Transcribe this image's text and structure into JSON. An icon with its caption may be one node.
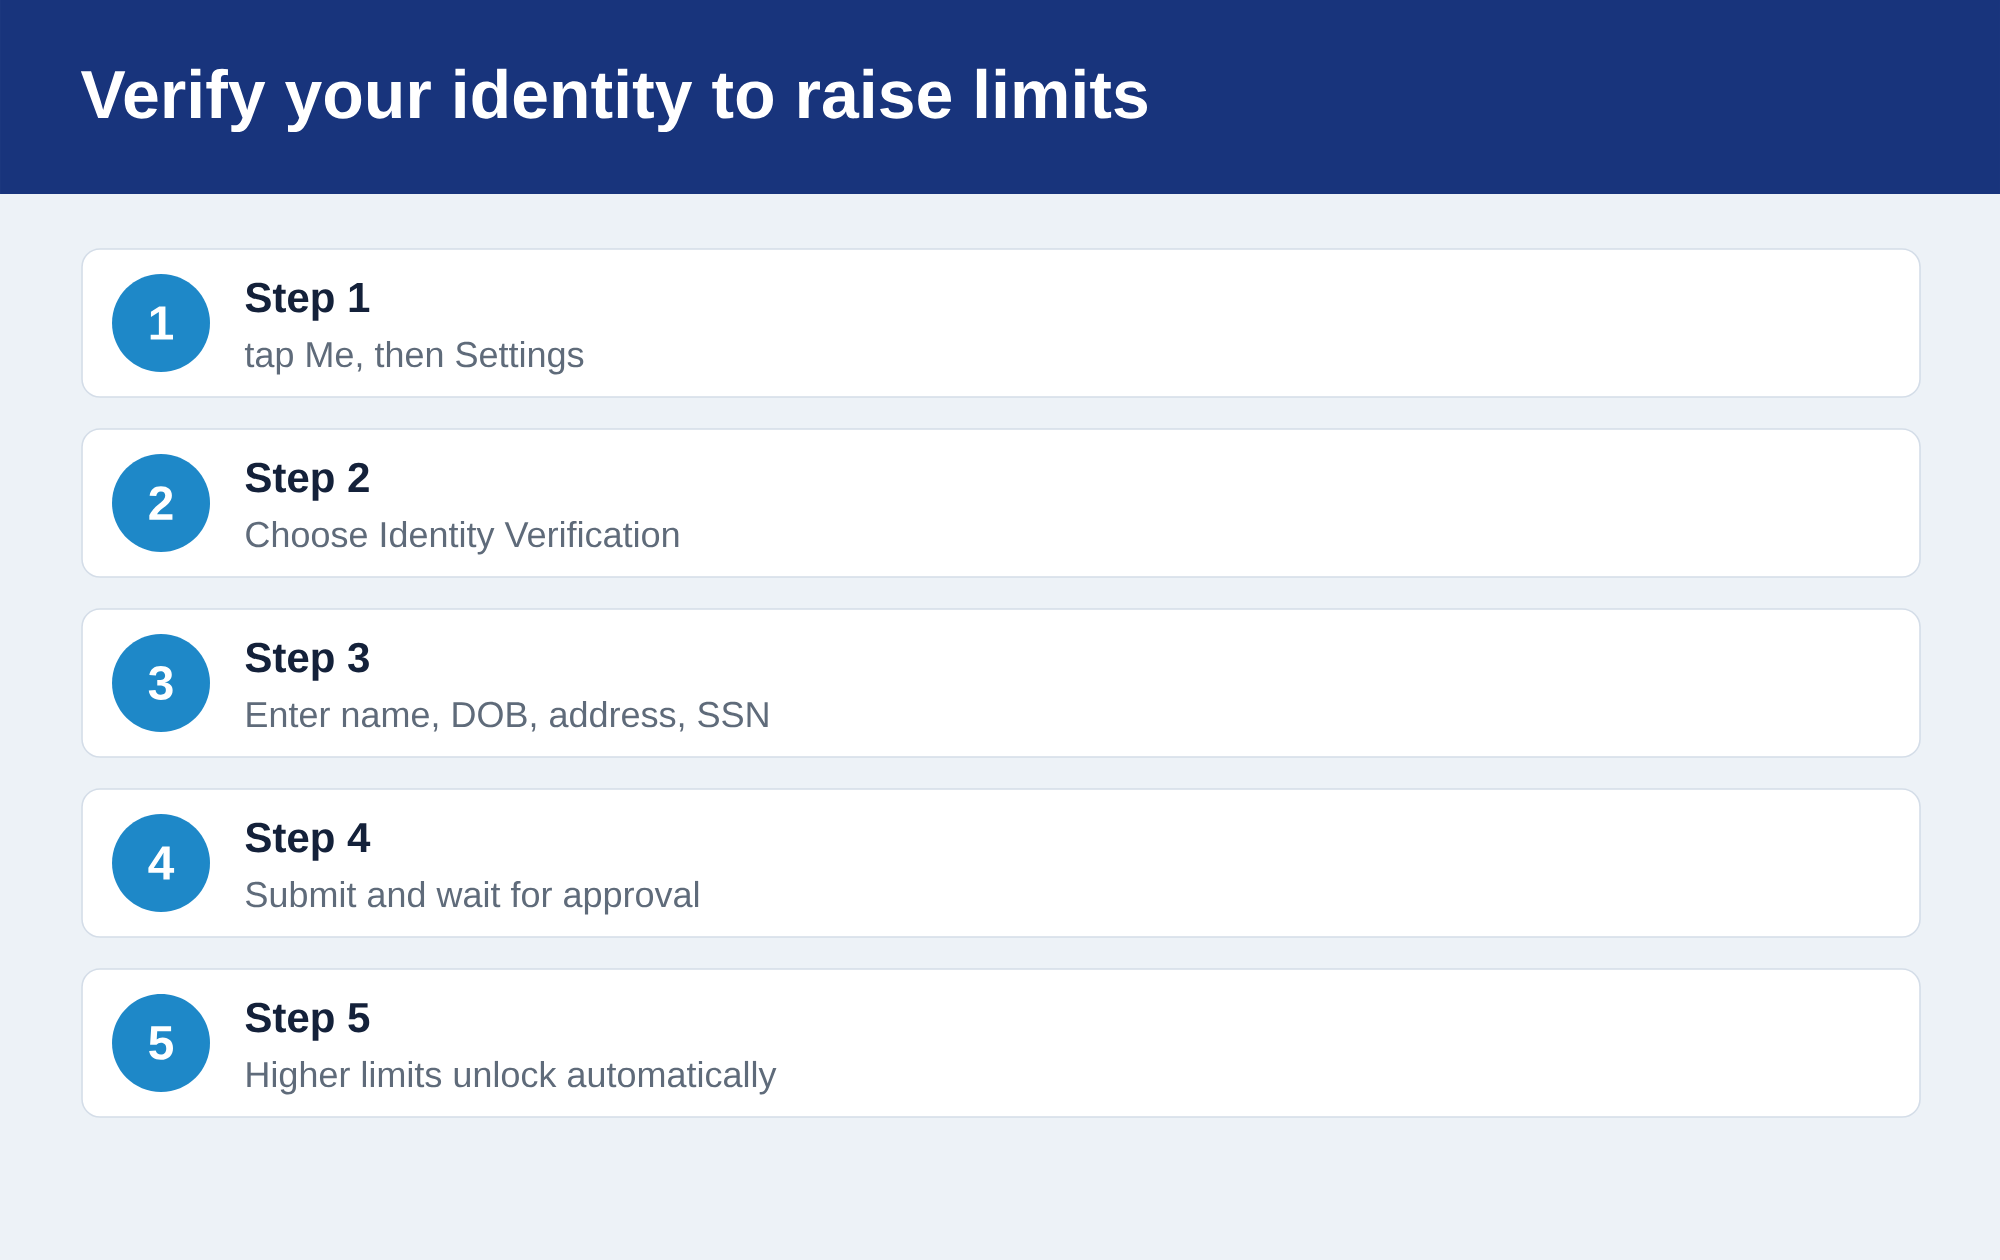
{
  "diagram": {
    "title": "Verify your identity to raise limits",
    "nodes": [
      {
        "text": [
          "Step 1",
          "tap Me, then Settings"
        ]
      },
      {
        "text": [
          "1"
        ],
        "in": 0
      },
      {
        "text": [
          "Step 2",
          "Choose Identity Verification"
        ]
      },
      {
        "text": [
          "2"
        ],
        "in": 2
      },
      {
        "text": [
          "Step 3",
          "Enter name, DOB, address, SSN"
        ]
      },
      {
        "text": [
          "3"
        ],
        "in": 4
      },
      {
        "text": [
          "Step 4",
          "Submit and wait for approval"
        ]
      },
      {
        "text": [
          "4"
        ],
        "in": 6
      },
      {
        "text": [
          "Step 5",
          "Higher limits unlock automatically"
        ]
      },
      {
        "text": [
          "5"
        ],
        "in": 8
      }
    ]
  }
}
